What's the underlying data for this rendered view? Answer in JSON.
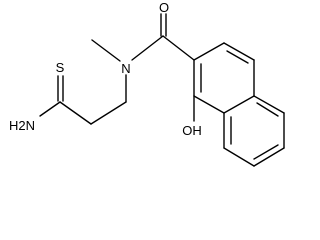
{
  "structure": {
    "atoms": {
      "carbonyl_oxygen": "O",
      "amide_nitrogen": "N",
      "thioamide_sulfur": "S",
      "thioamide_amine": "H2N",
      "hydroxyl": "OH"
    }
  },
  "colors": {
    "ink": "#000000",
    "background": "#ffffff"
  }
}
